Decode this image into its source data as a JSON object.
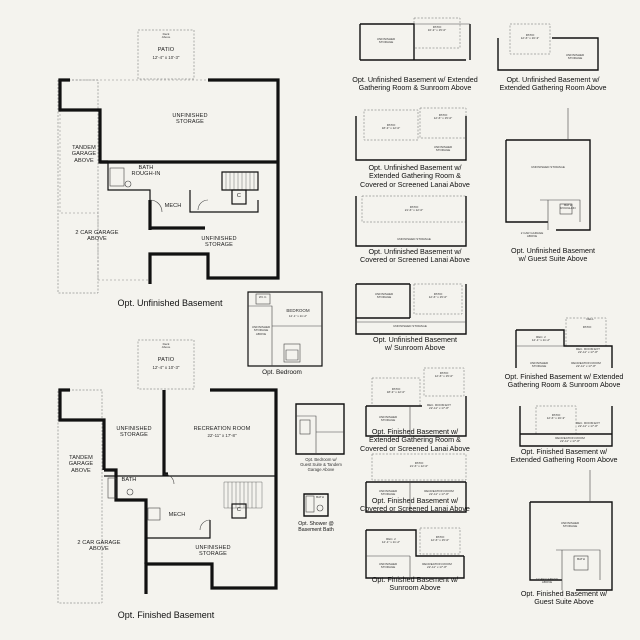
{
  "main_plans": {
    "unfinished": {
      "caption": "Opt. Unfinished Basement",
      "patio_label": "PATIO",
      "patio_dim": "12'-4\" x 10'-3\"",
      "cover_note": "Deck\nAbove",
      "storage_label": "UNFINISHED\nSTORAGE",
      "tandem_label": "TANDEM\nGARAGE\nABOVE",
      "bath_label": "BATH\nROUGH-IN",
      "mech_label": "MECH",
      "garage_label": "2 CAR GARAGE\nABOVE",
      "storage2_label": "UNFINISHED\nSTORAGE",
      "closet_label": "C"
    },
    "finished": {
      "caption": "Opt. Finished Basement",
      "patio_label": "PATIO",
      "patio_dim": "12'-4\" x 10'-3\"",
      "cover_note": "Deck\nAbove",
      "storage_label": "UNFINISHED\nSTORAGE",
      "rec_label": "RECREATION ROOM",
      "rec_dim": "22'-11\" x 17'-8\"",
      "tandem_label": "TANDEM\nGARAGE\nABOVE",
      "bath_label": "BATH",
      "mech_label": "MECH",
      "garage_label": "2 CAR GARAGE\nABOVE",
      "storage2_label": "UNFINISHED\nSTORAGE",
      "closet_label": "C"
    }
  },
  "small_plans": {
    "bedroom": {
      "caption": "Opt. Bedroom",
      "bedroom_label": "BEDROOM",
      "bedroom_dim": "12'-1\" x 11'-2\"",
      "storage_label": "UNFINISHED\nSTORAGE\nABOVE",
      "wic_label": "W.I.C."
    },
    "guest_suite_tandem": {
      "caption": "Opt. Bedroom w/\nGuest Suite & Tandem\nGarage Above"
    },
    "shower": {
      "caption": "Opt. Shower @\nBasement Bath",
      "bath_label": "BATH"
    }
  },
  "options_column1": [
    {
      "caption": "Opt. Unfinished Basement w/ Extended\nGathering Room & Sunroom Above",
      "rooms": [
        "UNFINISHED\nSTORAGE",
        "PATIO\n16'-3\" x 15'-0\""
      ]
    },
    {
      "caption": "Opt. Unfinished Basement w/\nExtended Gathering Room &\nCovered or Screened Lanai Above",
      "rooms": [
        "PATIO\n18'-3\" x 12'-0\"",
        "PATIO\n12'-6\" x 15'-0\"",
        "UNFINISHED\nSTORAGE"
      ]
    },
    {
      "caption": "Opt. Unfinished Basement w/\nCovered or Screened Lanai Above",
      "rooms": [
        "PATIO\n21'-6\" x 12'-0\"",
        "UNFINISHED STORAGE"
      ]
    },
    {
      "caption": "Opt. Unfinished Basement\nw/ Sunroom Above",
      "rooms": [
        "UNFINISHED\nSTORAGE",
        "PATIO\n12'-6\" x 15'-0\"",
        "UNFINISHED STORAGE"
      ]
    },
    {
      "caption": "Opt. Finished Basement w/\nExtended Gathering Room &\nCovered or Screened Lanai Above",
      "rooms": [
        "PATIO\n18'-3\" x 12'-0\"",
        "PATIO\n12'-6\" x 15'-0\"",
        "REC. ROOM EXT\n22'-11\" x 17'-8\"",
        "UNFINISHED\nSTORAGE"
      ]
    },
    {
      "caption": "Opt. Finished Basement w/\nCovered or Screened Lanai Above",
      "rooms": [
        "PATIO\n21'-6\" x 12'-0\"",
        "UNFINISHED\nSTORAGE",
        "RECREATION ROOM\n22'-11\" x 17'-8\""
      ]
    },
    {
      "caption": "Opt. Finished Basement w/\nSunroom Above",
      "rooms": [
        "REC. 2\n12'-1\" x 11'-2\"",
        "PATIO\n12'-6\" x 15'-0\"",
        "UNFINISHED\nSTORAGE",
        "RECREATION ROOM\n22'-11\" x 17'-8\""
      ]
    }
  ],
  "options_column2": [
    {
      "caption": "Opt. Unfinished Basement w/\nExtended Gathering Room Above",
      "rooms": [
        "PATIO\n12'-6\" x 16'-3\"",
        "UNFINISHED\nSTORAGE"
      ]
    },
    {
      "caption": "Opt. Unfinished Basement\nw/ Guest Suite Above",
      "rooms": [
        "UNFINISHED STORAGE",
        "BATH\nROUGH-IN",
        "2 CAR GARAGE\nABOVE"
      ]
    },
    {
      "caption": "Opt. Finished Basement w/ Extended\nGathering Room & Sunroom Above",
      "rooms": [
        "CELL",
        "REC. 2\n12'-1\" x 11'-2\"",
        "PATIO",
        "REC. ROOM EXT\n22'-11\" x 17'-8\"",
        "UNFINISHED\nSTORAGE",
        "RECREATION ROOM\n22'-11\" x 17'-8\""
      ]
    },
    {
      "caption": "Opt. Finished Basement w/\nExtended Gathering Room Above",
      "rooms": [
        "PATIO\n12'-6\" x 16'-3\"",
        "REC. ROOM EXT\n22'-11\" x 17'-8\"",
        "RECREATION ROOM\n22'-11\" x 17'-8\""
      ]
    },
    {
      "caption": "Opt. Finished Basement w/\nGuest Suite Above",
      "rooms": [
        "UNFINISHED\nSTORAGE",
        "BATH",
        "2 CAR GARAGE\nABOVE"
      ]
    }
  ]
}
